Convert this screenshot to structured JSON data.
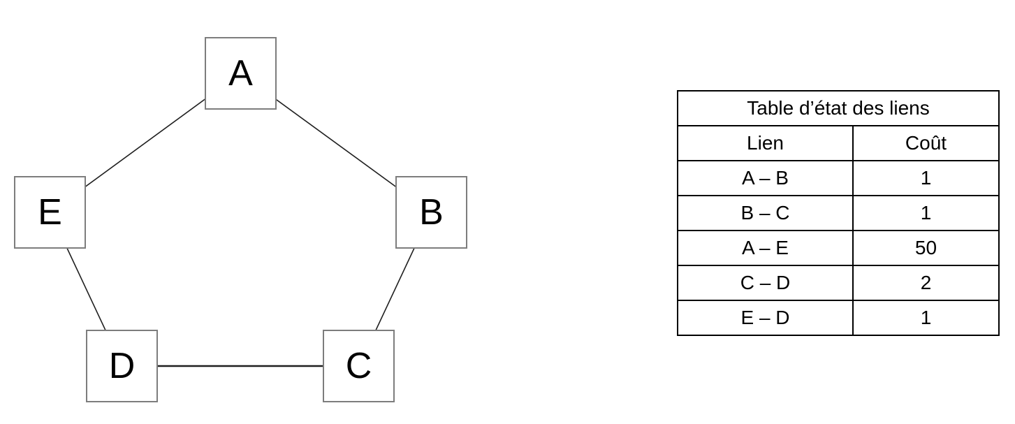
{
  "diagram": {
    "nodes": [
      {
        "id": "A",
        "label": "A"
      },
      {
        "id": "B",
        "label": "B"
      },
      {
        "id": "C",
        "label": "C"
      },
      {
        "id": "D",
        "label": "D"
      },
      {
        "id": "E",
        "label": "E"
      }
    ],
    "edges": [
      {
        "from": "A",
        "to": "E"
      },
      {
        "from": "A",
        "to": "B"
      },
      {
        "from": "B",
        "to": "C"
      },
      {
        "from": "C",
        "to": "D"
      },
      {
        "from": "E",
        "to": "D"
      }
    ]
  },
  "table": {
    "title": "Table d’état des liens",
    "columns": [
      "Lien",
      "Coût"
    ],
    "rows": [
      {
        "link": "A – B",
        "cost": "1"
      },
      {
        "link": "B – C",
        "cost": "1"
      },
      {
        "link": "A – E",
        "cost": "50"
      },
      {
        "link": "C – D",
        "cost": "2"
      },
      {
        "link": "E – D",
        "cost": "1"
      }
    ]
  },
  "colors": {
    "edge": "#1f1f1f",
    "node_border": "#7d7d7d",
    "table_border": "#000000",
    "text": "#000000",
    "background": "#ffffff"
  }
}
